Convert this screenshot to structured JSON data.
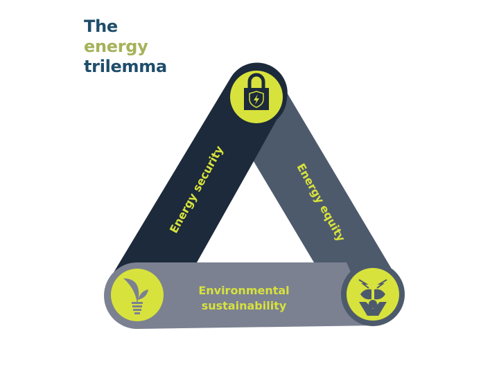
{
  "title": {
    "line1": "The",
    "line2": "energy",
    "line3": "trilemma"
  },
  "sides": [
    {
      "id": "security",
      "label": "Energy security",
      "color": "#1c2a3b"
    },
    {
      "id": "equity",
      "label": "Energy equity",
      "color": "#4d5a6c"
    },
    {
      "id": "sustainability",
      "label_line1": "Environmental",
      "label_line2": "sustainability",
      "color": "#7b8191"
    }
  ],
  "nodes": [
    {
      "id": "top",
      "icon": "padlock-shield-lightning-icon"
    },
    {
      "id": "bottom-left",
      "icon": "lightbulb-leaf-icon"
    },
    {
      "id": "bottom-right",
      "icon": "person-plug-lightning-icon"
    }
  ],
  "colors": {
    "accent": "#d8e23c",
    "title_dark": "#1e4d6b",
    "title_green": "#a6b25a",
    "navy": "#1c2a3b",
    "slate": "#4d5a6c",
    "gray": "#7b8191"
  }
}
